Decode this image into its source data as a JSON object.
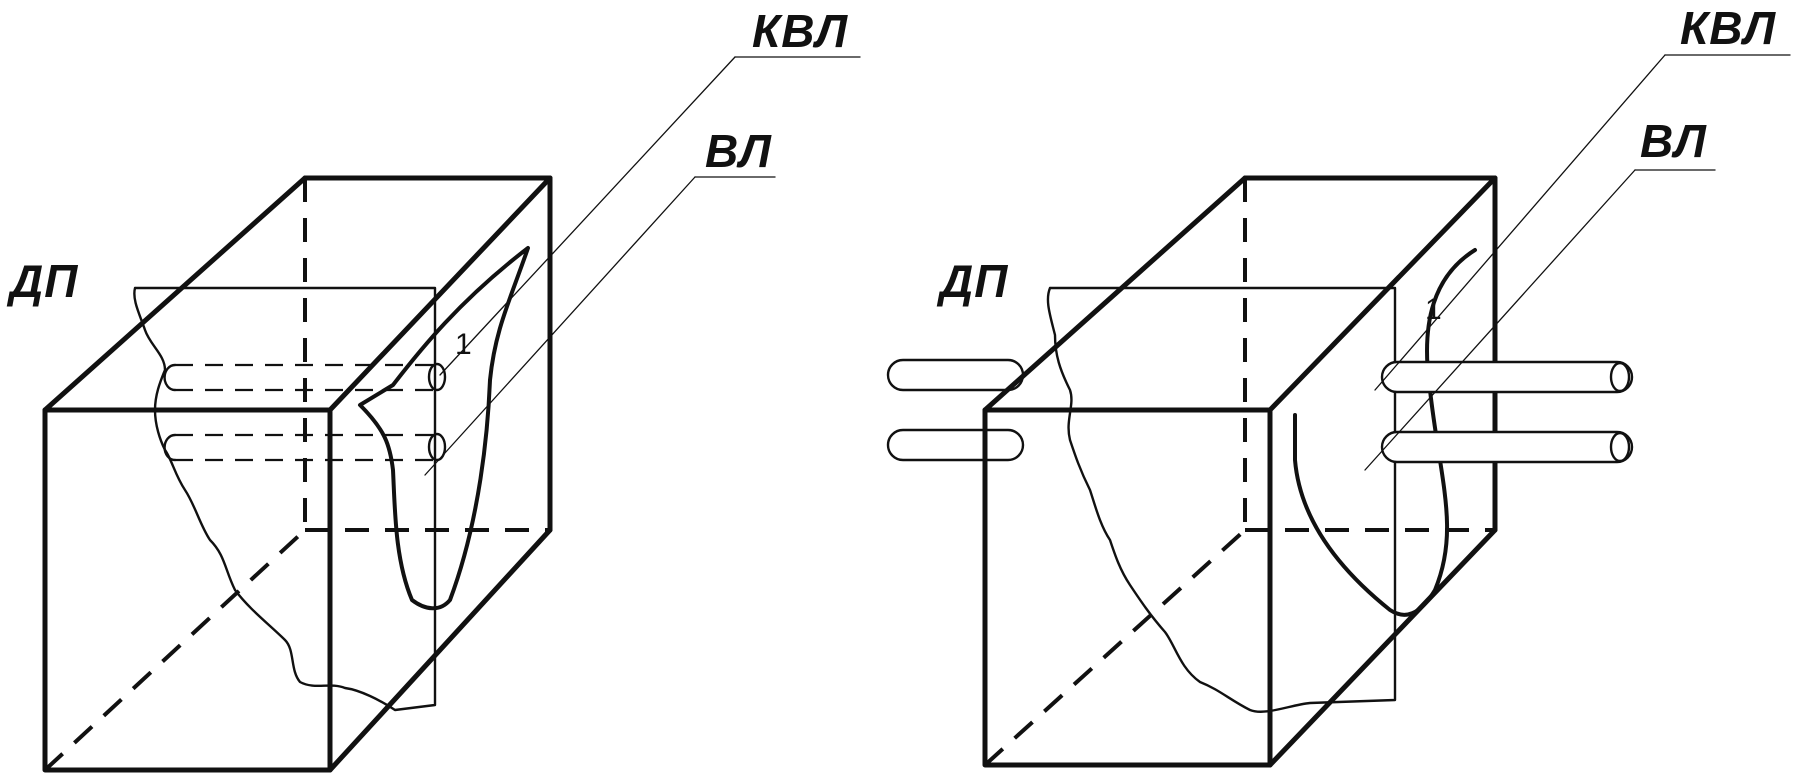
{
  "figure_left": {
    "label_dp": "ДП",
    "label_kvl": "КВЛ",
    "label_vl": "ВЛ",
    "label_num": "1"
  },
  "figure_right": {
    "label_dp": "ДП",
    "label_kvl": "КВЛ",
    "label_vl": "ВЛ",
    "label_num": "1"
  }
}
